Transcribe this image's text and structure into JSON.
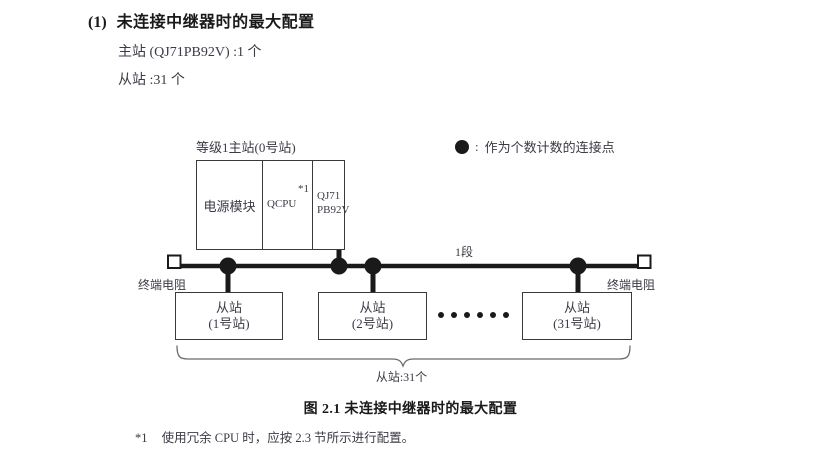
{
  "header": {
    "section_number": "(1)",
    "section_title": "未连接中继器时的最大配置",
    "spec_master": "主站 (QJ71PB92V) :1 个",
    "spec_slave": "从站 :31 个"
  },
  "legend": {
    "dot_icon": "filled-circle-icon",
    "colon": ":",
    "text": "作为个数计数的连接点"
  },
  "diagram": {
    "master": {
      "caption": "等级1主站(0号站)",
      "cells": {
        "power_supply": "电源模块",
        "cpu": "QCPU",
        "cpu_footnote_mark": "*1",
        "network_line1": "QJ71",
        "network_line2": "PB92V"
      }
    },
    "bus": {
      "segment_label": "1段",
      "terminator_left": "终端电阻",
      "terminator_right": "终端电阻",
      "node_icon": "connection-node-dot-icon",
      "terminator_icon": "terminating-resistor-square-icon"
    },
    "slaves": [
      {
        "title": "从站",
        "station": "(1号站)"
      },
      {
        "title": "从站",
        "station": "(2号站)"
      },
      {
        "title": "从站",
        "station": "(31号站)"
      }
    ],
    "ellipsis_dots": 6,
    "brace_label": "从站:31个"
  },
  "figure": {
    "caption": "图 2.1  未连接中继器时的最大配置"
  },
  "footnote": {
    "mark": "*1",
    "text": "使用冗余 CPU 时，应按 2.3 节所示进行配置。"
  },
  "colors": {
    "ink": "#231f20",
    "line": "#3a3a3a",
    "bus": "#1a1a1a",
    "text_blue_gray": "#3b3a45",
    "background": "#ffffff"
  }
}
